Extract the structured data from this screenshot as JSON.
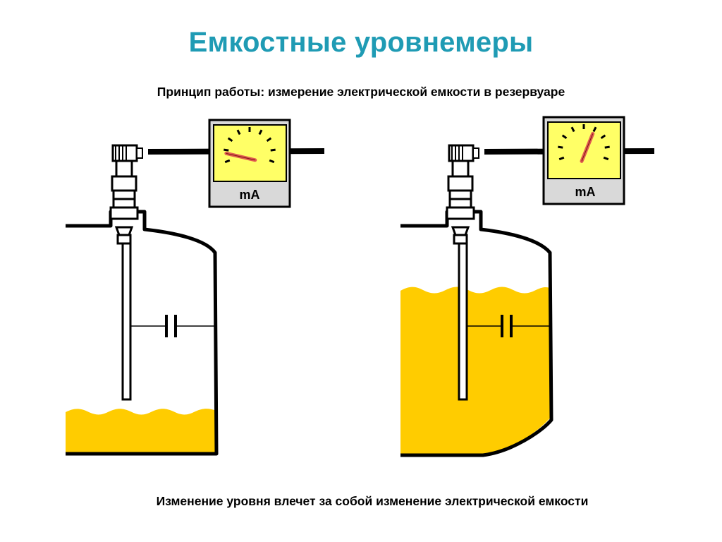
{
  "title": "Емкостные уровнемеры",
  "subtitle": "Принцип работы: измерение электрической емкости в резервуаре",
  "caption": "Изменение уровня влечет за собой изменение электрической емкости",
  "gauge_unit": "mA",
  "colors": {
    "title": "#1f9bb4",
    "liquid": "#ffcc00",
    "gauge_face": "#ffff66",
    "gauge_box": "#d9d9d9",
    "needle": "#e05a50",
    "outline": "#000000"
  },
  "tanks": [
    {
      "name": "low-level",
      "fill_level": 0.2,
      "meter_reading": 0.15
    },
    {
      "name": "high-level",
      "fill_level": 0.75,
      "meter_reading": 0.6
    }
  ]
}
